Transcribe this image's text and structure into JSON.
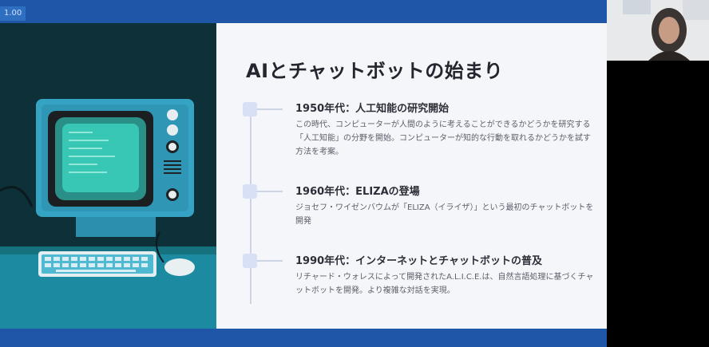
{
  "toolbar": {
    "badge_text": "1.00"
  },
  "slide": {
    "title": "AIとチャットボットの始まり",
    "events": [
      {
        "title": "1950年代：人工知能の研究開始",
        "description": "この時代、コンピューターが人間のように考えることができるかどうかを研究する「人工知能」の分野を開始。コンピューターが知的な行動を取れるかどうかを試す方法を考案。"
      },
      {
        "title": "1960年代：ELIZAの登場",
        "description": "ジョセフ・ワイゼンバウムが「ELIZA（イライザ）」という最初のチャットボットを開発"
      },
      {
        "title": "1990年代：インターネットとチャットボットの普及",
        "description": "リチャード・ウォレスによって開発されたA.L.I.C.E.は、自然言語処理に基づくチャットボットを開発。より複雑な対話を実現。"
      }
    ]
  },
  "colors": {
    "bar_blue": "#1f56a8",
    "slide_bg": "#f5f6fa",
    "marker": "#d7e0f5",
    "computer_teal": "#35a3c4",
    "screen_green": "#39c7b5"
  }
}
